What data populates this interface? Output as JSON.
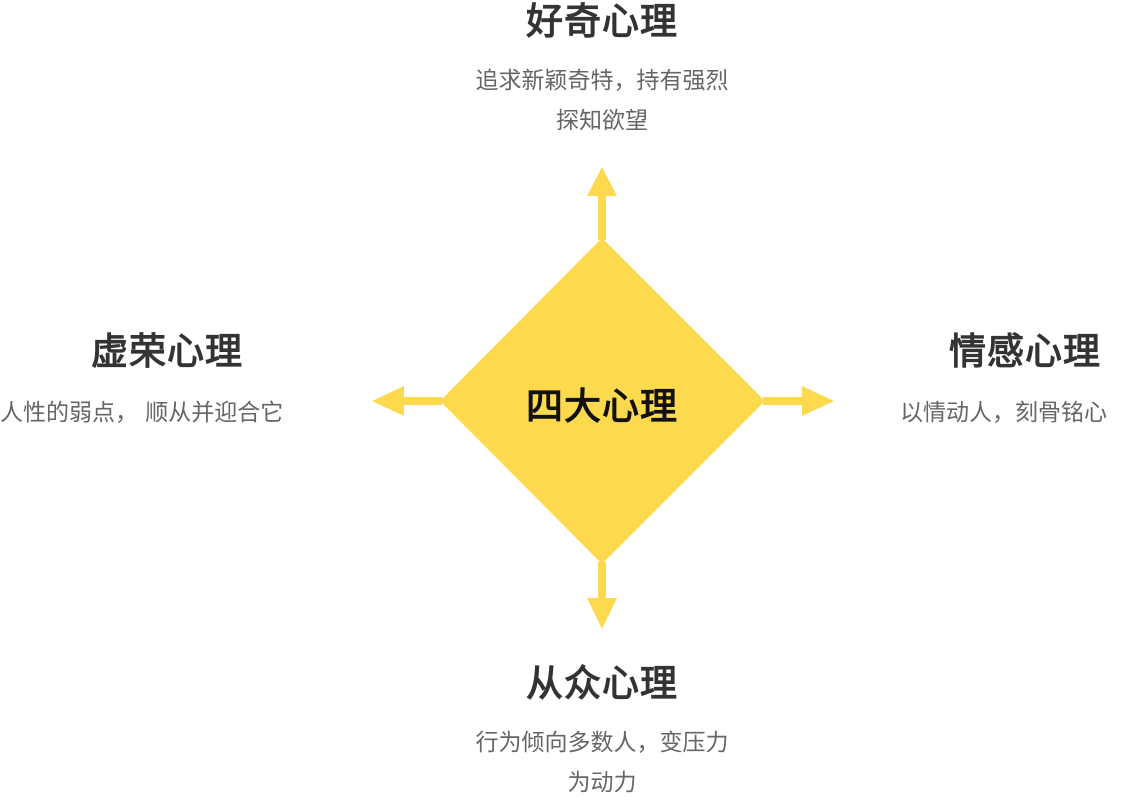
{
  "center": {
    "label": "四大心理"
  },
  "nodes": {
    "top": {
      "title": "好奇心理",
      "desc_line1": "追求新颖奇特，持有强烈",
      "desc_line2": "探知欲望"
    },
    "left": {
      "title": "虚荣心理",
      "desc": "人性的弱点， 顺从并迎合它"
    },
    "right": {
      "title": "情感心理",
      "desc": "以情动人，刻骨铭心"
    },
    "bottom": {
      "title": "从众心理",
      "desc_line1": "行为倾向多数人，变压力",
      "desc_line2": "为动力"
    }
  },
  "colors": {
    "accent": "#FDD94E",
    "title_text": "#333333",
    "desc_text": "#666666",
    "center_text": "#111111"
  }
}
